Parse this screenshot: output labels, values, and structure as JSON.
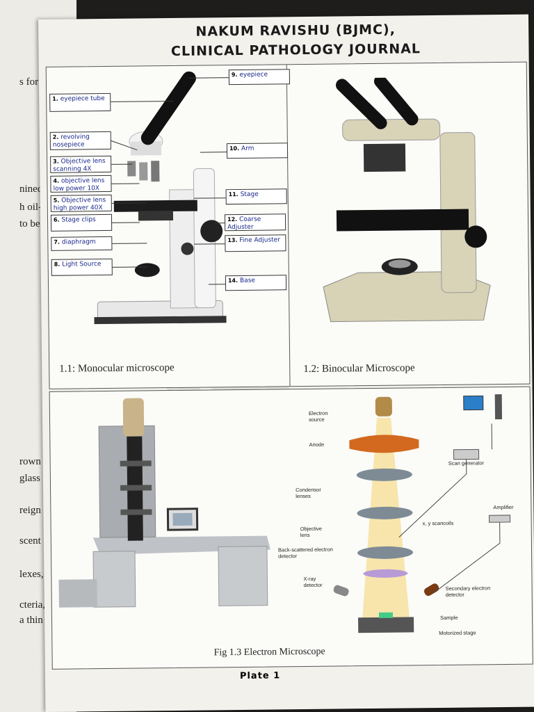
{
  "header": {
    "line1": "NAKUM RAVISHU (BJMC),",
    "line2": "CLINICAL PATHOLOGY JOURNAL"
  },
  "bleed_text": [
    "s for",
    "nined",
    "h oil-",
    "to be",
    "rown",
    "glass",
    "reign",
    "scent",
    "lexes,",
    "cteria,",
    "a thin"
  ],
  "monocular": {
    "caption": "1.1: Monocular microscope",
    "labels": [
      {
        "num": "1.",
        "text": "eyepiece tube"
      },
      {
        "num": "2.",
        "text": "revolving nosepiece"
      },
      {
        "num": "3.",
        "text": "Objective lens scanning 4X"
      },
      {
        "num": "4.",
        "text": "objective lens low power 10X"
      },
      {
        "num": "5.",
        "text": "Objective lens high power 40X"
      },
      {
        "num": "6.",
        "text": "Stage clips"
      },
      {
        "num": "7.",
        "text": "diaphragm"
      },
      {
        "num": "8.",
        "text": "Light Source"
      },
      {
        "num": "9.",
        "text": "eyepiece"
      },
      {
        "num": "10.",
        "text": "Arm"
      },
      {
        "num": "11.",
        "text": "Stage"
      },
      {
        "num": "12.",
        "text": "Coarse Adjuster"
      },
      {
        "num": "13.",
        "text": "Fine Adjuster"
      },
      {
        "num": "14.",
        "text": "Base"
      }
    ]
  },
  "binocular": {
    "caption": "1.2: Binocular Microscope"
  },
  "electron": {
    "caption": "Fig 1.3 Electron Microscope",
    "labels": {
      "electron_source": "Electron source",
      "anode": "Anode",
      "condensor": "Condensor lenses",
      "objective": "Objective lens",
      "backscattered": "Back-scattered electron detector",
      "xray": "X-ray detector",
      "scan_generator": "Scan generator",
      "scancoils": "x, y scancoils",
      "amplifier": "Amplifier",
      "secondary": "Secondary electron detector",
      "sample": "Sample",
      "stage": "Motorized stage"
    }
  },
  "footer": {
    "plate": "Plate 1"
  },
  "colors": {
    "paper": "#f3f1ec",
    "ink_blue": "#1a2a8a",
    "lens_gray": "#7e8b95",
    "anode_orange": "#d2691e"
  }
}
